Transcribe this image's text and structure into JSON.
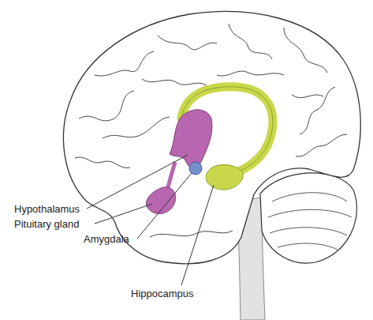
{
  "diagram": {
    "labels": [
      "Hypothalamus",
      "Pituitary gland",
      "Amygdala",
      "Hippocampus"
    ]
  }
}
